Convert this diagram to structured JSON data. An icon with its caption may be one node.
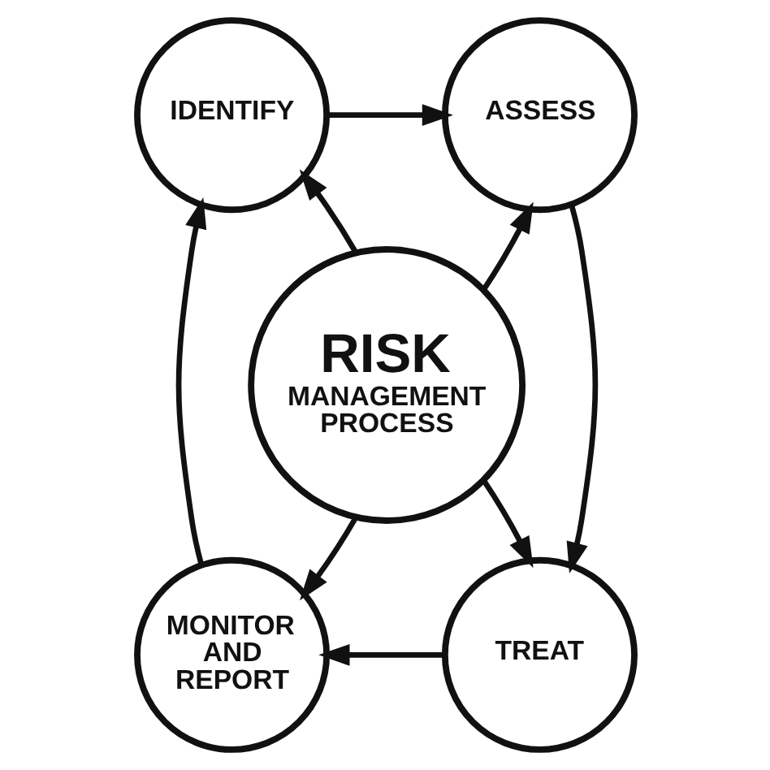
{
  "diagram": {
    "nodes": [
      {
        "text": [
          "IDENTIFY"
        ]
      },
      {
        "text": [
          "ASSESS"
        ]
      },
      {
        "text": [
          "RISK",
          "MANAGEMENT PROCESS"
        ]
      },
      {
        "text": [
          "MONITOR AND REPORT"
        ]
      },
      {
        "text": [
          "TREAT"
        ]
      }
    ],
    "edges": [
      {
        "from": 0,
        "to": 1,
        "arrow": "to"
      },
      {
        "from": 1,
        "to": 4,
        "arrow": "to"
      },
      {
        "from": 4,
        "to": 3,
        "arrow": "to"
      },
      {
        "from": 3,
        "to": 0,
        "arrow": "to"
      },
      {
        "from": 2,
        "to": 0,
        "arrow": "to"
      },
      {
        "from": 2,
        "to": 1,
        "arrow": "to"
      },
      {
        "from": 2,
        "to": 3,
        "arrow": "to"
      },
      {
        "from": 2,
        "to": 4,
        "arrow": "to"
      }
    ]
  }
}
